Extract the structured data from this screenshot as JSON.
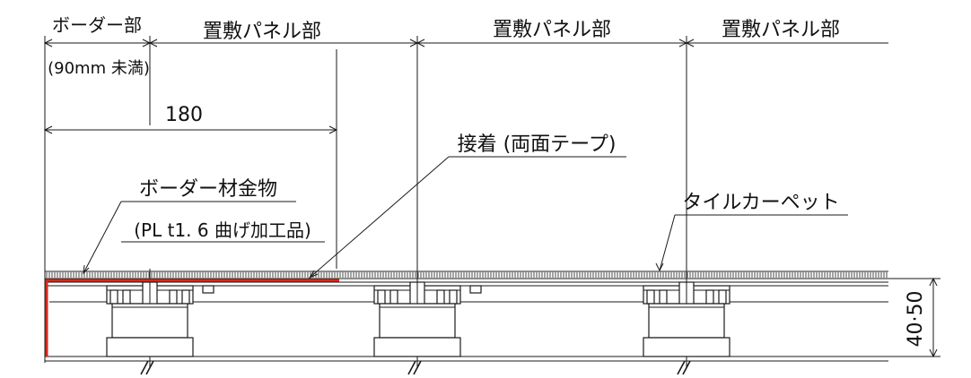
{
  "labels": {
    "border_zone": "ボーダー部",
    "panel_zone_1": "置敷パネル部",
    "panel_zone_2": "置敷パネル部",
    "panel_zone_3": "置敷パネル部",
    "border_note": "(90mm 未満)",
    "dim_180": "180",
    "adhesive": "接着 (両面テープ)",
    "border_fitting": "ボーダー材金物",
    "border_fitting_spec": "(PL t1. 6 曲げ加工品)",
    "tile_carpet": "タイルカーペット",
    "height_dim": "40·50"
  },
  "colors": {
    "line": "#1a1a1a",
    "border_metal": "#d42a1a",
    "background": "#ffffff"
  }
}
